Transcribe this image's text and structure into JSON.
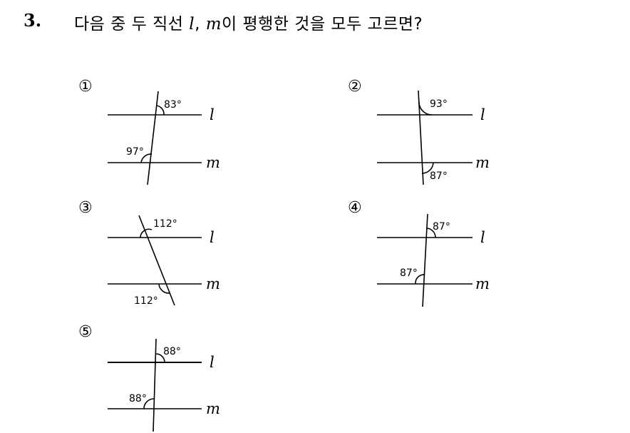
{
  "question": {
    "number": "3.",
    "text_before": "다음 중 두 직선 ",
    "var_l": "l",
    "comma": ", ",
    "var_m": "m",
    "text_after": "이 평행한 것을 모두 고르면?"
  },
  "choices": [
    {
      "marker": "①",
      "top_angle": "83°",
      "bottom_angle": "97°",
      "line1": "l",
      "line2": "m"
    },
    {
      "marker": "②",
      "top_angle": "93°",
      "bottom_angle": "87°",
      "line1": "l",
      "line2": "m"
    },
    {
      "marker": "③",
      "top_angle": "112°",
      "bottom_angle": "112°",
      "line1": "l",
      "line2": "m"
    },
    {
      "marker": "④",
      "top_angle": "87°",
      "bottom_angle": "87°",
      "line1": "l",
      "line2": "m"
    },
    {
      "marker": "⑤",
      "top_angle": "88°",
      "bottom_angle": "88°",
      "line1": "l",
      "line2": "m"
    }
  ]
}
